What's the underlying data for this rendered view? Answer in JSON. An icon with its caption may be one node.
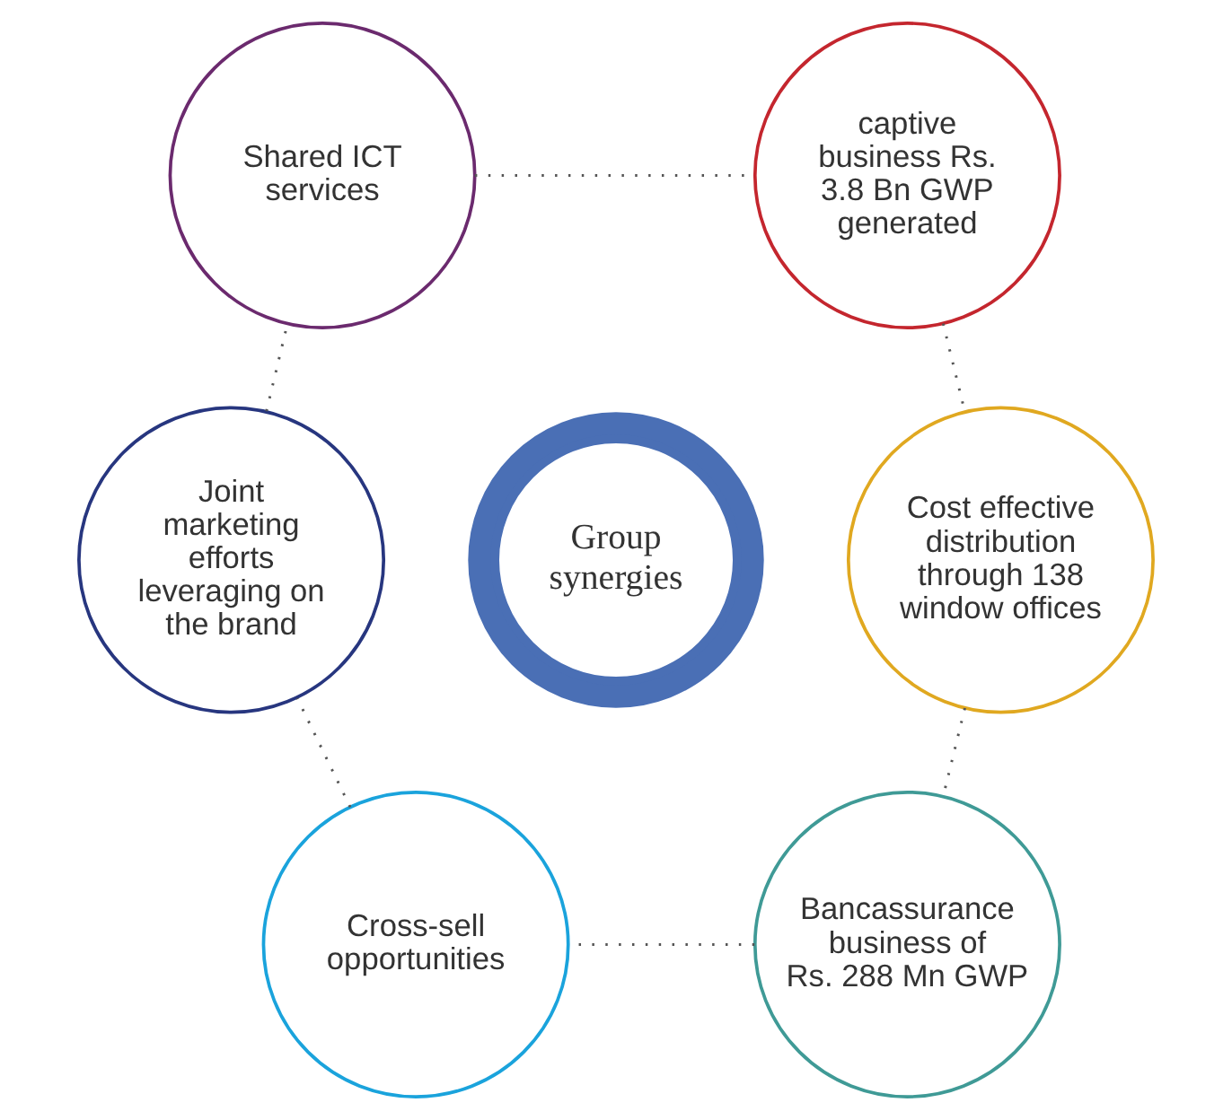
{
  "diagram": {
    "nodes": [
      {
        "text": [
          "Shared ICT services"
        ]
      },
      {
        "text": [
          "captive business Rs. 3.8 Bn GWP generated"
        ]
      },
      {
        "text": [
          "Joint marketing efforts leveraging on the brand"
        ]
      },
      {
        "text": [
          "Group synergies"
        ]
      },
      {
        "text": [
          "Cost effective distribution through 138 window offices"
        ]
      },
      {
        "text": [
          "Cross-sell opportunities"
        ]
      },
      {
        "text": [
          "Bancassurance business of Rs. 288 Mn GWP"
        ]
      }
    ],
    "edges": [
      {
        "from": 0,
        "to": 1,
        "arrow": "none"
      },
      {
        "from": 1,
        "to": 4,
        "arrow": "none"
      },
      {
        "from": 4,
        "to": 6,
        "arrow": "none"
      },
      {
        "from": 6,
        "to": 5,
        "arrow": "none"
      },
      {
        "from": 5,
        "to": 2,
        "arrow": "none"
      },
      {
        "from": 2,
        "to": 0,
        "arrow": "none"
      }
    ]
  }
}
